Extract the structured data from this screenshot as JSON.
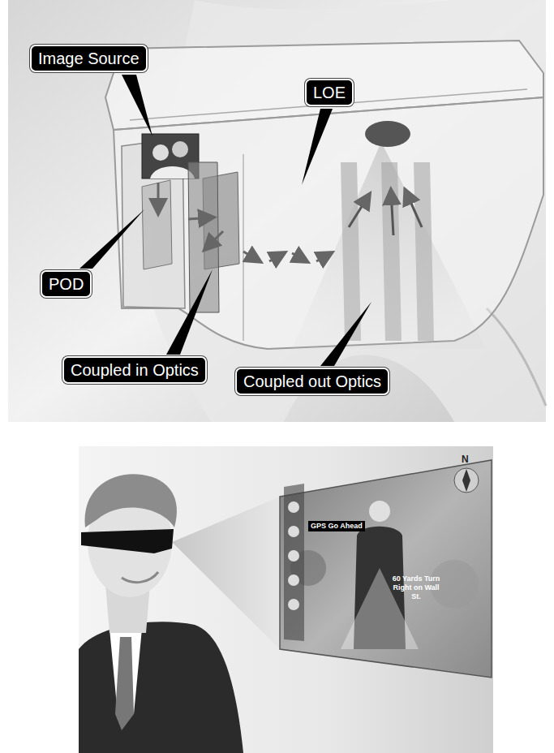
{
  "diagram": {
    "nodes": [
      {
        "text": [
          "Image Source"
        ]
      },
      {
        "text": [
          "LOE"
        ]
      },
      {
        "text": [
          "POD"
        ]
      },
      {
        "text": [
          "Coupled in Optics"
        ]
      },
      {
        "text": [
          "Coupled out Optics"
        ]
      }
    ],
    "labels": [
      "GPS Go Ahead",
      "60 Yards Turn Right on Wall St.",
      "N"
    ]
  }
}
